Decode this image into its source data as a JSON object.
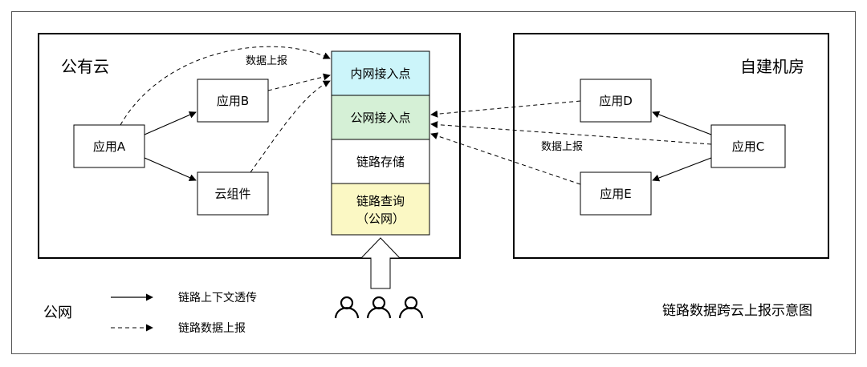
{
  "public_cloud": {
    "title": "公有云"
  },
  "private_dc": {
    "title": "自建机房"
  },
  "apps": {
    "a": "应用A",
    "b": "应用B",
    "cloud_component": "云组件",
    "c": "应用C",
    "d": "应用D",
    "e": "应用E"
  },
  "stack": {
    "intranet": "内网接入点",
    "public": "公网接入点",
    "storage": "链路存储",
    "query_line1": "链路查询",
    "query_line2": "（公网）"
  },
  "edge_labels": {
    "report_top": "数据上报",
    "report_right": "数据上报"
  },
  "legend": {
    "network": "公网",
    "solid": "链路上下文透传",
    "dashed": "链路数据上报"
  },
  "caption": "链路数据跨云上报示意图",
  "colors": {
    "intranet": "#ccf5fa",
    "public": "#d5f0d6",
    "storage": "#ffffff",
    "query": "#fbf8c4",
    "line": "#000000"
  }
}
